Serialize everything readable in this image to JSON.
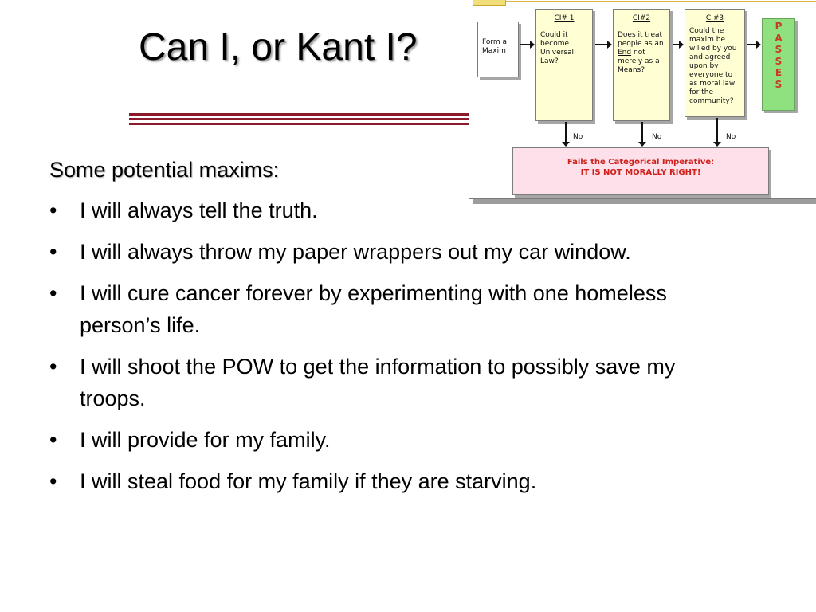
{
  "slide": {
    "title": "Can I, or Kant I?",
    "heading": "Some potential maxims:",
    "bullet_symbol": "•",
    "bullets": [
      "I will always tell the truth.",
      "I will always throw my paper wrappers out my car window.",
      "I will cure cancer forever by experimenting with one homeless person’s life.",
      "I will shoot the POW to get the information to possibly save my troops.",
      "I will provide for my family.",
      "I will steal food for my family if they are starving."
    ]
  },
  "flowchart": {
    "form_box": "Form a Maxim",
    "ci1": {
      "label": "CI# 1",
      "text": "Could it become Universal Law?"
    },
    "ci2": {
      "label": "CI#2",
      "line1": "Does it treat people as an",
      "end": "End",
      "line2": "not merely as a",
      "means": "Means",
      "q": "?"
    },
    "ci3": {
      "label": "CI#3",
      "text": "Could the maxim be willed by you and agreed upon by everyone to as moral law for the community?"
    },
    "passes": [
      "P",
      "A",
      "S",
      "S",
      "E",
      "S"
    ],
    "no_label": "No",
    "fails_line1": "Fails the Categorical Imperative:",
    "fails_line2": "IT IS NOT MORALLY RIGHT!",
    "colors": {
      "ci_fill": "#ffffd3",
      "passes_fill": "#8fe07f",
      "fails_fill": "#fde0ea",
      "fails_text": "#d0201b",
      "rule": "#8b1a2b"
    }
  }
}
